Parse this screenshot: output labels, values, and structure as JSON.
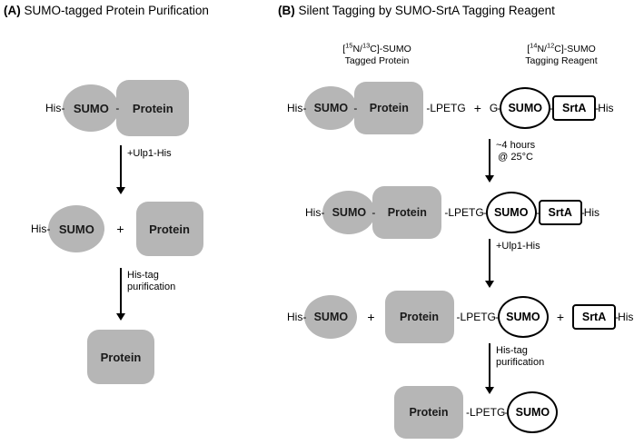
{
  "figure": {
    "panels": [
      {
        "tag": "(A)",
        "title": "SUMO-tagged Protein Purification"
      },
      {
        "tag": "(B)",
        "title": "Silent Tagging by SUMO-SrtA Tagging Reagent"
      }
    ]
  },
  "colors": {
    "shape_gray": "#b6b6b6",
    "outline_black": "#000000",
    "background": "#ffffff"
  },
  "panelA": {
    "row1": {
      "his": "His-",
      "sumo": "SUMO",
      "dash": "-",
      "protein": "Protein"
    },
    "arrow1_label": "+Ulp1-His",
    "row2": {
      "his": "His-",
      "sumo": "SUMO",
      "plus": "+",
      "protein": "Protein"
    },
    "arrow2_label_line1": "His-tag",
    "arrow2_label_line2": "purification",
    "row3": {
      "protein": "Protein"
    }
  },
  "panelB": {
    "headers": {
      "left_line1_pre": "[",
      "left_line1": "N/",
      "left_iso1": "15",
      "left_iso2": "13",
      "left_line1_post": "C]-SUMO",
      "left_line2": "Tagged Protein",
      "right_iso1": "14",
      "right_iso2": "12",
      "right_line2": "Tagging Reagent"
    },
    "row1": {
      "his": "His-",
      "sumo": "SUMO",
      "dash1": "-",
      "protein": "Protein",
      "dash2": "-",
      "lpetg": "LPETG",
      "plus": "+",
      "g": "G",
      "dash3": "-",
      "sumo_white": "SUMO",
      "dash4": "-",
      "srta": "SrtA",
      "dash5": "-",
      "his_end": "His"
    },
    "arrow1_label_line1": "~4 hours",
    "arrow1_label_line2": "@ 25°C",
    "row2": {
      "his": "His-",
      "sumo": "SUMO",
      "dash1": "-",
      "protein": "Protein",
      "dash2": "-",
      "lpetg": "LPETG",
      "dash3": "-",
      "sumo_white": "SUMO",
      "dash4": "-",
      "srta": "SrtA",
      "dash5": "-",
      "his_end": "His"
    },
    "arrow2_label": "+Ulp1-His",
    "row3": {
      "his": "His-",
      "sumo": "SUMO",
      "plus1": "+",
      "protein": "Protein",
      "dash2": "-",
      "lpetg": "LPETG",
      "dash3": "-",
      "sumo_white": "SUMO",
      "plus2": "+",
      "srta": "SrtA",
      "dash5": "-",
      "his_end": "His"
    },
    "arrow3_label_line1": "His-tag",
    "arrow3_label_line2": "purification",
    "row4": {
      "protein": "Protein",
      "dash2": "-",
      "lpetg": "LPETG",
      "dash3": "-",
      "sumo_white": "SUMO"
    }
  }
}
